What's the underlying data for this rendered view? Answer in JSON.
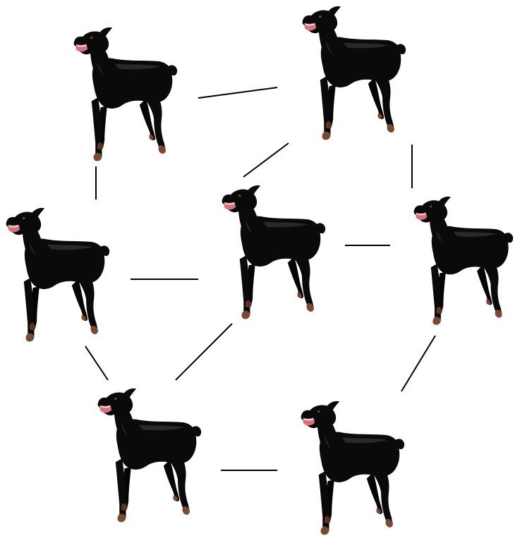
{
  "diagram": {
    "kind": "graph",
    "node_icon": "doberman-dog-icon",
    "node_count": 7,
    "nodes": [
      {
        "id": "top-left"
      },
      {
        "id": "top-right"
      },
      {
        "id": "middle-left"
      },
      {
        "id": "center"
      },
      {
        "id": "middle-right"
      },
      {
        "id": "bottom-left"
      },
      {
        "id": "bottom-right"
      }
    ],
    "edges": [
      [
        "top-left",
        "top-right"
      ],
      [
        "top-left",
        "middle-left"
      ],
      [
        "top-right",
        "center"
      ],
      [
        "top-right",
        "middle-right"
      ],
      [
        "middle-left",
        "center"
      ],
      [
        "center",
        "middle-right"
      ],
      [
        "middle-left",
        "bottom-left"
      ],
      [
        "center",
        "bottom-left"
      ],
      [
        "middle-right",
        "bottom-right"
      ],
      [
        "bottom-left",
        "bottom-right"
      ]
    ],
    "colors": {
      "background": "#ffffff",
      "edge": "#000000",
      "dog_coat": "#0b0a0a",
      "dog_highlight": "#2b2827",
      "dog_tan": "#7a4a30",
      "dog_mouth": "#d9707a",
      "dog_teeth": "#f2ece4"
    }
  }
}
